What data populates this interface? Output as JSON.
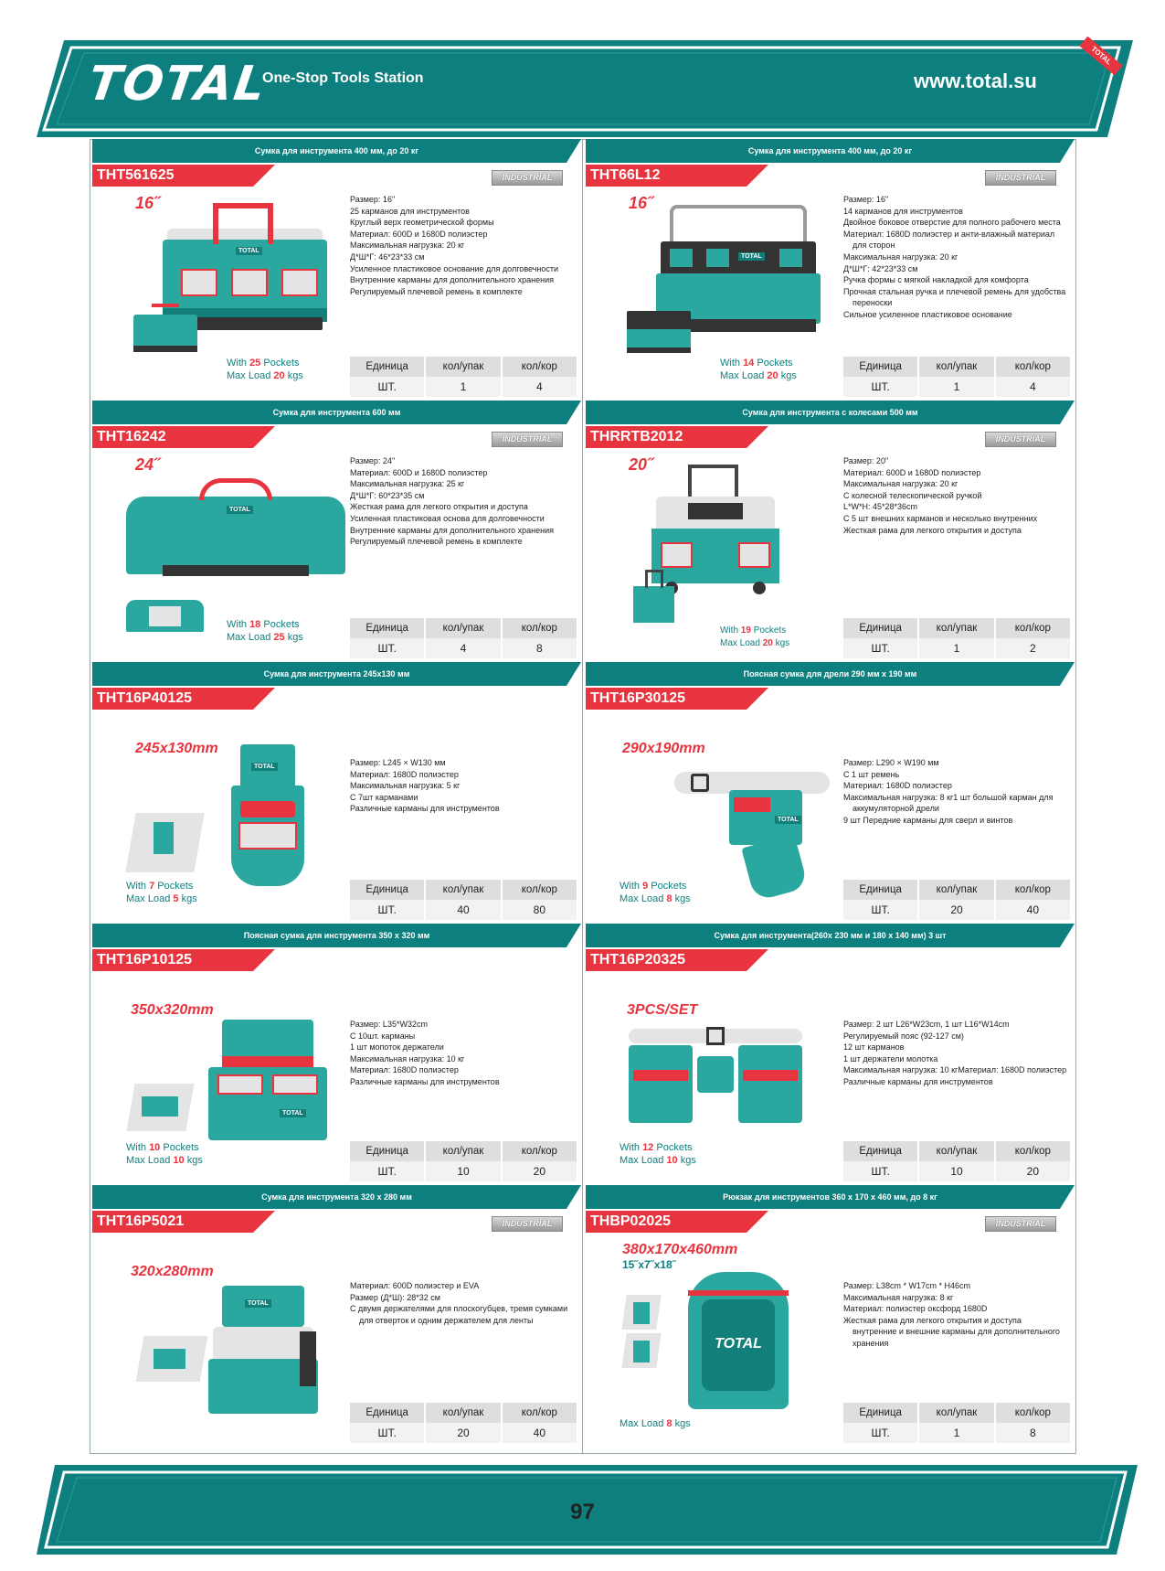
{
  "header": {
    "brand": "TOTAL",
    "tagline": "One-Stop Tools Station",
    "url": "www.total.su",
    "corner_badge": "TOTAL"
  },
  "table_headers": {
    "unit": "Единица",
    "per_pack": "кол/упак",
    "per_box": "кол/кор"
  },
  "products": [
    {
      "category": "Сумка для инструмента 400 мм, до 20 кг",
      "model": "THT561625",
      "badge": "INDUSTRIAL",
      "size_label": "16˝",
      "size_label2": "",
      "pockets_text": "With",
      "pockets": "25",
      "pockets_suffix": "Pockets",
      "load_text": "Max Load",
      "load": "20",
      "load_suffix": "kgs",
      "specs": [
        "Размер: 16\"",
        "25 карманов для инструментов",
        "Круглый верх геометрической формы",
        "Материал: 600D и 1680D полиэстер",
        "Максимальная нагрузка: 20 кг",
        "Д*Ш*Г: 46*23*33 см",
        "Усиленное пластиковое основание для долговечности",
        "Внутренние карманы для дополнительного хранения",
        "Регулируемый плечевой ремень в комплекте"
      ],
      "unit": "ШТ.",
      "per_pack": "1",
      "per_box": "4"
    },
    {
      "category": "Сумка для инструмента 400 мм, до 20 кг",
      "model": "THT66L12",
      "badge": "INDUSTRIAL",
      "size_label": "16˝",
      "size_label2": "",
      "pockets_text": "With",
      "pockets": "14",
      "pockets_suffix": "Pockets",
      "load_text": "Max Load",
      "load": "20",
      "load_suffix": "kgs",
      "specs": [
        "Размер: 16\"",
        "14 карманов для инструментов",
        "Двойное боковое отверстие для полного рабочего места",
        "Материал: 1680D полиэстер и анти-влажный материал для сторон",
        "Максимальная нагрузка: 20 кг",
        "Д*Ш*Г: 42*23*33 см",
        "Ручка формы с мягкой накладкой для комфорта",
        "Прочная стальная ручка и плечевой ремень для удобства переноски",
        "Сильное усиленное пластиковое основание"
      ],
      "unit": "ШТ.",
      "per_pack": "1",
      "per_box": "4"
    },
    {
      "category": "Сумка для инструмента 600 мм",
      "model": "THT16242",
      "badge": "INDUSTRIAL",
      "size_label": "24˝",
      "size_label2": "",
      "pockets_text": "With",
      "pockets": "18",
      "pockets_suffix": "Pockets",
      "load_text": "Max Load",
      "load": "25",
      "load_suffix": "kgs",
      "specs": [
        "Размер: 24\"",
        "Материал: 600D и 1680D полиэстер",
        "Максимальная нагрузка: 25 кг",
        "Д*Ш*Г: 60*23*35 см",
        "Жесткая рама для легкого открытия и доступа",
        "Усиленная пластиковая основа для долговечности",
        "Внутренние карманы для дополнительного хранения",
        "Регулируемый плечевой ремень в комплекте"
      ],
      "unit": "ШТ.",
      "per_pack": "4",
      "per_box": "8"
    },
    {
      "category": "Сумка для инструмента с колесами 500 мм",
      "model": "THRRTB2012",
      "badge": "INDUSTRIAL",
      "size_label": "20˝",
      "size_label2": "",
      "pockets_text": "With",
      "pockets": "19",
      "pockets_suffix": "Pockets",
      "load_text": "Max Load",
      "load": "20",
      "load_suffix": "kgs",
      "specs": [
        "Размер: 20\"",
        "Материал: 600D и 1680D полиэстер",
        "Максимальная нагрузка: 20 кг",
        "С колесной телескопической ручкой",
        "L*W*H: 45*28*36cm",
        "С 5 шт внешних карманов и несколько внутренних",
        "Жесткая рама для легкого открытия и доступа"
      ],
      "unit": "ШТ.",
      "per_pack": "1",
      "per_box": "2"
    },
    {
      "category": "Сумка для инструмента 245х130 мм",
      "model": "THT16P40125",
      "badge": "",
      "size_label": "245x130mm",
      "size_label2": "",
      "pockets_text": "With",
      "pockets": "7",
      "pockets_suffix": "Pockets",
      "load_text": "Max Load",
      "load": "5",
      "load_suffix": "kgs",
      "specs": [
        "Размер: L245 × W130 мм",
        "Материал: 1680D полиэстер",
        "Максимальная нагрузка: 5 кг",
        "С 7шт карманами",
        "Различные карманы для инструментов"
      ],
      "unit": "ШТ.",
      "per_pack": "40",
      "per_box": "80"
    },
    {
      "category": "Поясная сумка для дрели 290 мм х 190 мм",
      "model": "THT16P30125",
      "badge": "",
      "size_label": "290x190mm",
      "size_label2": "",
      "pockets_text": "With",
      "pockets": "9",
      "pockets_suffix": "Pockets",
      "load_text": "Max Load",
      "load": "8",
      "load_suffix": "kgs",
      "specs": [
        "Размер: L290 × W190 мм",
        "С 1 шт ремень",
        "Материал: 1680D полиэстер",
        "Максимальная нагрузка: 8 кг1 шт большой карман для аккумуляторной дрели",
        "9 шт Передние карманы для сверл и винтов"
      ],
      "unit": "ШТ.",
      "per_pack": "20",
      "per_box": "40"
    },
    {
      "category": "Поясная сумка для инструмента 350 x 320 мм",
      "model": "THT16P10125",
      "badge": "",
      "size_label": "350x320mm",
      "size_label2": "",
      "pockets_text": "With",
      "pockets": "10",
      "pockets_suffix": "Pockets",
      "load_text": "Max Load",
      "load": "10",
      "load_suffix": "kgs",
      "specs": [
        "Размер: L35*W32cm",
        "С 10шт. карманы",
        "1 шт мопоток держатели",
        "Максимальная нагрузка: 10 кг",
        "Материал: 1680D полиэстер",
        "Различные карманы для инструментов"
      ],
      "unit": "ШТ.",
      "per_pack": "10",
      "per_box": "20"
    },
    {
      "category": "Сумка для инструмента(260х 230 мм и 180 х 140 мм) 3 шт",
      "model": "THT16P20325",
      "badge": "",
      "size_label": "3PCS/SET",
      "size_label2": "",
      "pockets_text": "With",
      "pockets": "12",
      "pockets_suffix": "Pockets",
      "load_text": "Max Load",
      "load": "10",
      "load_suffix": "kgs",
      "specs": [
        "Размер: 2 шт L26*W23cm, 1 шт L16*W14cm",
        "Регулируемый пояс (92-127 см)",
        "12 шт карманов",
        "1 шт держатели молотка",
        "Максимальная нагрузка: 10 кгМатериал: 1680D полиэстер",
        "Различные карманы для инструментов"
      ],
      "unit": "ШТ.",
      "per_pack": "10",
      "per_box": "20"
    },
    {
      "category": "Сумка для инструмента 320 x 280 мм",
      "model": "THT16P5021",
      "badge": "INDUSTRIAL",
      "size_label": "320x280mm",
      "size_label2": "",
      "pockets_text": "",
      "pockets": "",
      "pockets_suffix": "",
      "load_text": "",
      "load": "",
      "load_suffix": "",
      "specs": [
        "Материал: 600D полиэстер и EVA",
        "Размер (Д*Ш): 28*32 см",
        "С двумя держателями для плоскогубцев, тремя сумками для отверток и одним держателем для ленты"
      ],
      "unit": "ШТ.",
      "per_pack": "20",
      "per_box": "40"
    },
    {
      "category": "Рюкзак для инструментов 360 x 170 x 460 мм, до 8 кг",
      "model": "THBP02025",
      "badge": "INDUSTRIAL",
      "size_label": "380x170x460mm",
      "size_label2": "15˝x7˝x18˝",
      "pockets_text": "",
      "pockets": "",
      "pockets_suffix": "",
      "load_text": "Max Load",
      "load": "8",
      "load_suffix": "kgs",
      "specs": [
        "Размер: L38cm * W17cm * H46cm",
        "Максимальная нагрузка: 8 кг",
        "Материал: полиэстер оксфорд 1680D",
        "Жесткая рама для легкого открытия и доступа внутренние и внешние карманы для дополнительного хранения"
      ],
      "unit": "ШТ.",
      "per_pack": "1",
      "per_box": "8"
    }
  ],
  "footer": {
    "page_number": "97"
  },
  "colors": {
    "teal": "#0d7f7f",
    "red": "#e8343f",
    "bag_teal": "#2aa8a0"
  }
}
